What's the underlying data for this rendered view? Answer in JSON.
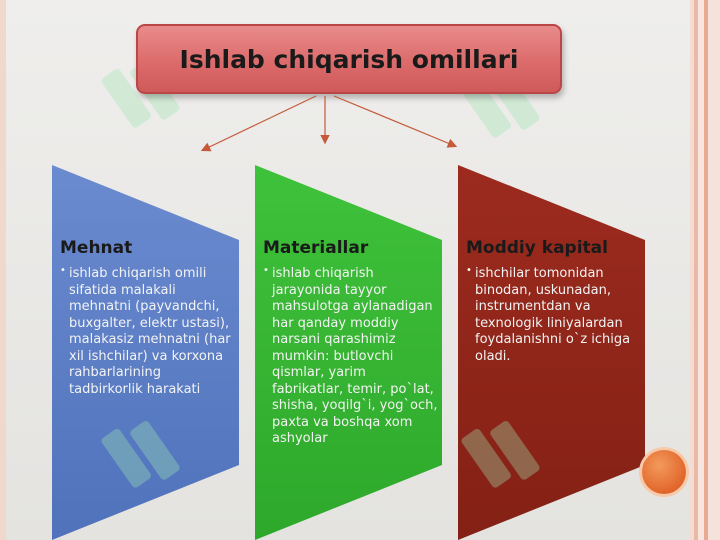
{
  "title": "Ishlab chiqarish omillari",
  "colors": {
    "title_fill": "#dc6b6b",
    "blue": "#5b7ec4",
    "green": "#36b233",
    "red": "#8f2419",
    "accent_dot": "#e2662b"
  },
  "columns": [
    {
      "heading": "Mehnat",
      "text": "ishlab chiqarish omili sifatida malakali mehnatni (payvandchi, buxgalter, elektr ustasi), malakasiz mehnatni (har xil ishchilar) va korxona rahbarlarining tadbirkorlik harakati"
    },
    {
      "heading": "Materiallar",
      "text": "ishlab chiqarish jarayonida tayyor mahsulotga aylanadigan har qanday moddiy narsani qarashimiz mumkin: butlovchi qismlar, yarim fabrikatlar, temir, po`lat, shisha, yoqilg`i, yog`och, paxta va boshqa xom ashyolar"
    },
    {
      "heading": "Moddiy kapital",
      "text": "ishchilar tomonidan binodan, uskunadan, instrumentdan va texnologik liniyalardan foydalanishni o`z ichiga oladi."
    }
  ]
}
